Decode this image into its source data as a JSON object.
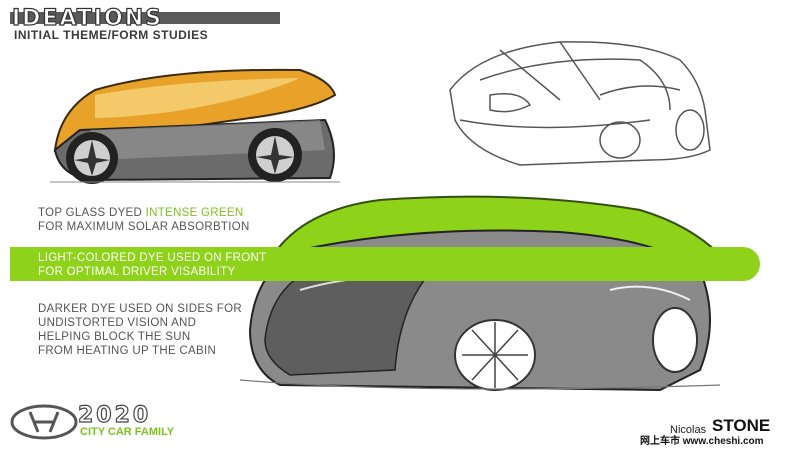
{
  "header": {
    "title": "IDEATIONS",
    "subtitle": "INITIAL THEME/FORM STUDIES"
  },
  "notes": [
    {
      "text_before": "TOP GLASS DYED ",
      "highlight": "INTENSE GREEN",
      "line2": "FOR MAXIMUM SOLAR ABSORBTION"
    },
    {
      "line1": "LIGHT-COLORED DYE USED ON FRONT",
      "line2": "FOR OPTIMAL DRIVER VISABILITY"
    },
    {
      "line1": "DARKER DYE USED ON SIDES FOR",
      "line2": "UNDISTORTED VISION AND",
      "line3": "HELPING BLOCK THE SUN",
      "line4": "FROM HEATING UP THE CABIN"
    }
  ],
  "brand": {
    "year": "2020",
    "tagline": "CITY CAR FAMILY"
  },
  "signature": {
    "first": "Nicolas",
    "last": "STONE"
  },
  "watermark": "网上车市 www.cheshi.com",
  "colors": {
    "accent_green": "#8fd21a",
    "sketch_orange": "#e8a22a",
    "sketch_gray": "#555555"
  }
}
